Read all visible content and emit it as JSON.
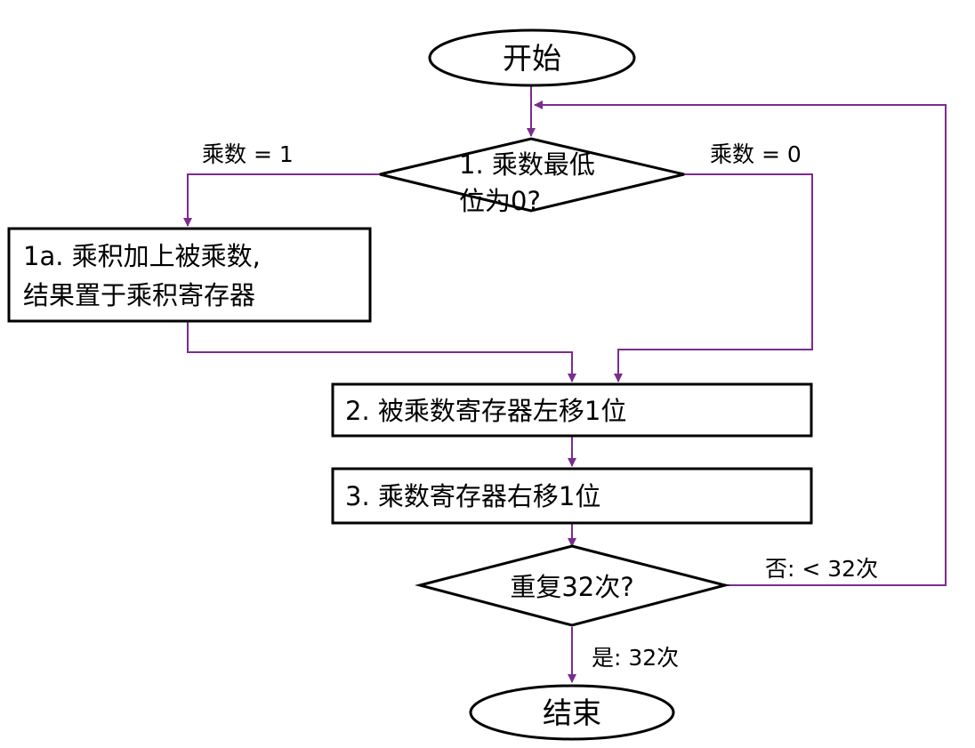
{
  "nodes": {
    "start": "开始",
    "decision1_line1": "1. 乘数最低",
    "decision1_line2": "位为0?",
    "step1a_line1": "1a. 乘积加上被乘数,",
    "step1a_line2": "结果置于乘积寄存器",
    "step2": "2. 被乘数寄存器左移1位",
    "step3": "3. 乘数寄存器右移1位",
    "decision2": "重复32次?",
    "end": "结束"
  },
  "edge_labels": {
    "multiplier_is_1": "乘数 = 1",
    "multiplier_is_0": "乘数 = 0",
    "no_less_than_32": "否: < 32次",
    "yes_32": "是: 32次"
  },
  "colors": {
    "arrow": "#7B2C8F",
    "shape_border": "#000000"
  }
}
